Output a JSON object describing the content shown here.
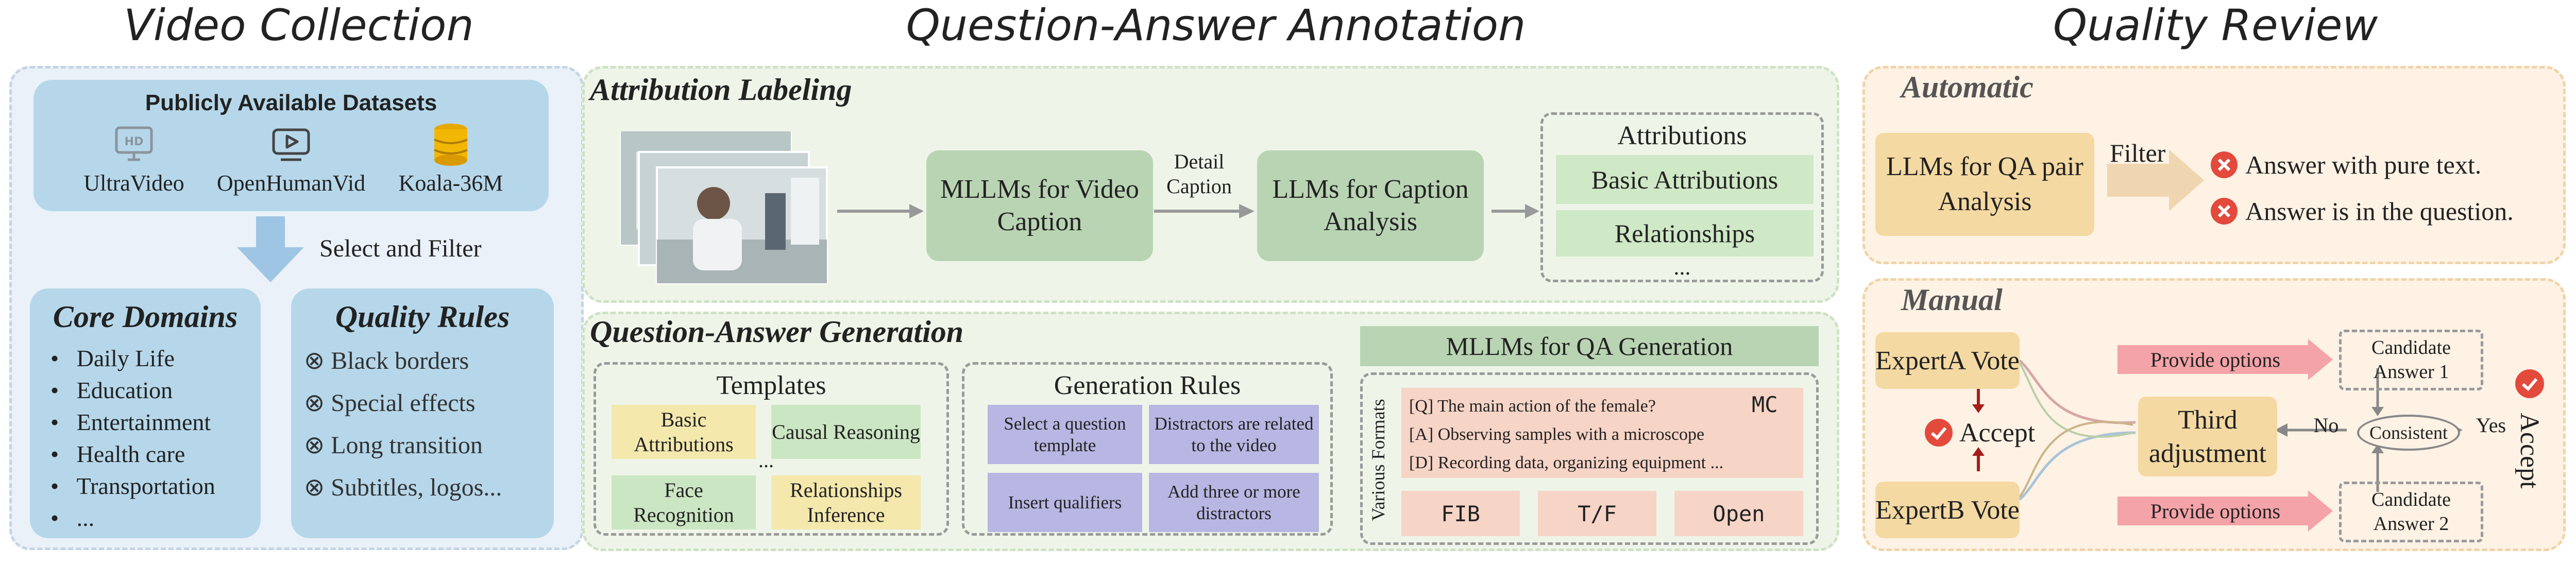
{
  "titles": {
    "video_collection": "Video Collection",
    "qa_annotation": "Question-Answer Annotation",
    "quality_review": "Quality Review"
  },
  "collection": {
    "datasets_title": "Publicly Available Datasets",
    "datasets": [
      {
        "label": "UltraVideo",
        "icon": "hd-monitor-icon"
      },
      {
        "label": "OpenHumanVid",
        "icon": "video-play-icon"
      },
      {
        "label": "Koala-36M",
        "icon": "database-icon"
      }
    ],
    "select_filter": "Select and Filter",
    "core_domains_title": "Core Domains",
    "core_domains": [
      "Daily Life",
      "Education",
      "Entertainment",
      "Health care",
      "Transportation",
      "..."
    ],
    "quality_rules_title": "Quality Rules",
    "quality_rules": [
      "Black borders",
      "Special effects",
      "Long transition",
      "Subtitles, logos..."
    ]
  },
  "attribution": {
    "heading": "Attribution Labeling",
    "mllm_caption": "MLLMs for Video Caption",
    "detail_caption": "Detail Caption",
    "llm_analysis": "LLMs for Caption Analysis",
    "attributions_title": "Attributions",
    "items": [
      "Basic Attributions",
      "Relationships",
      "..."
    ]
  },
  "generation": {
    "heading": "Question-Answer Generation",
    "templates_title": "Templates",
    "templates": [
      {
        "label": "Basic Attributions",
        "color": "yellow"
      },
      {
        "label": "Causal Reasoning",
        "color": "green"
      },
      {
        "label": "Face Recognition",
        "color": "green"
      },
      {
        "label": "Relationships Inference",
        "color": "yellow"
      }
    ],
    "templates_more": "...",
    "rules_title": "Generation Rules",
    "rules": [
      "Select a question template",
      "Distractors are related to the video",
      "Insert qualifiers",
      "Add three or more distractors"
    ],
    "mllm_qa": "MLLMs for QA Generation",
    "various_formats": "Various Formats",
    "example_q": "[Q] The main action of the female?",
    "example_mc": "MC",
    "example_a": "[A] Observing samples with a microscope",
    "example_d": "[D] Recording data, organizing equipment ...",
    "formats": [
      "FIB",
      "T/F",
      "Open"
    ]
  },
  "review": {
    "automatic": "Automatic",
    "llm_qa": "LLMs for QA pair Analysis",
    "filter": "Filter",
    "reject_reasons": [
      "Answer with pure text.",
      "Answer is in the question."
    ],
    "manual": "Manual",
    "expert_a": "ExpertA Vote",
    "expert_b": "ExpertB Vote",
    "provide_options": "Provide options",
    "candidate_1": "Candidate Answer 1",
    "candidate_2": "Candidate Answer 2",
    "accept": "Accept",
    "third_adjustment": "Third adjustment",
    "consistent": "Consistent",
    "no": "No",
    "yes": "Yes",
    "accept_vertical": "Accept"
  },
  "colors": {
    "blue_panel": "#eaf1f8",
    "green_panel": "#eef5e8",
    "orange_panel": "#fdf2e4",
    "reject_red": "#e34a3c",
    "arrow_pink": "#f4a3a8"
  }
}
